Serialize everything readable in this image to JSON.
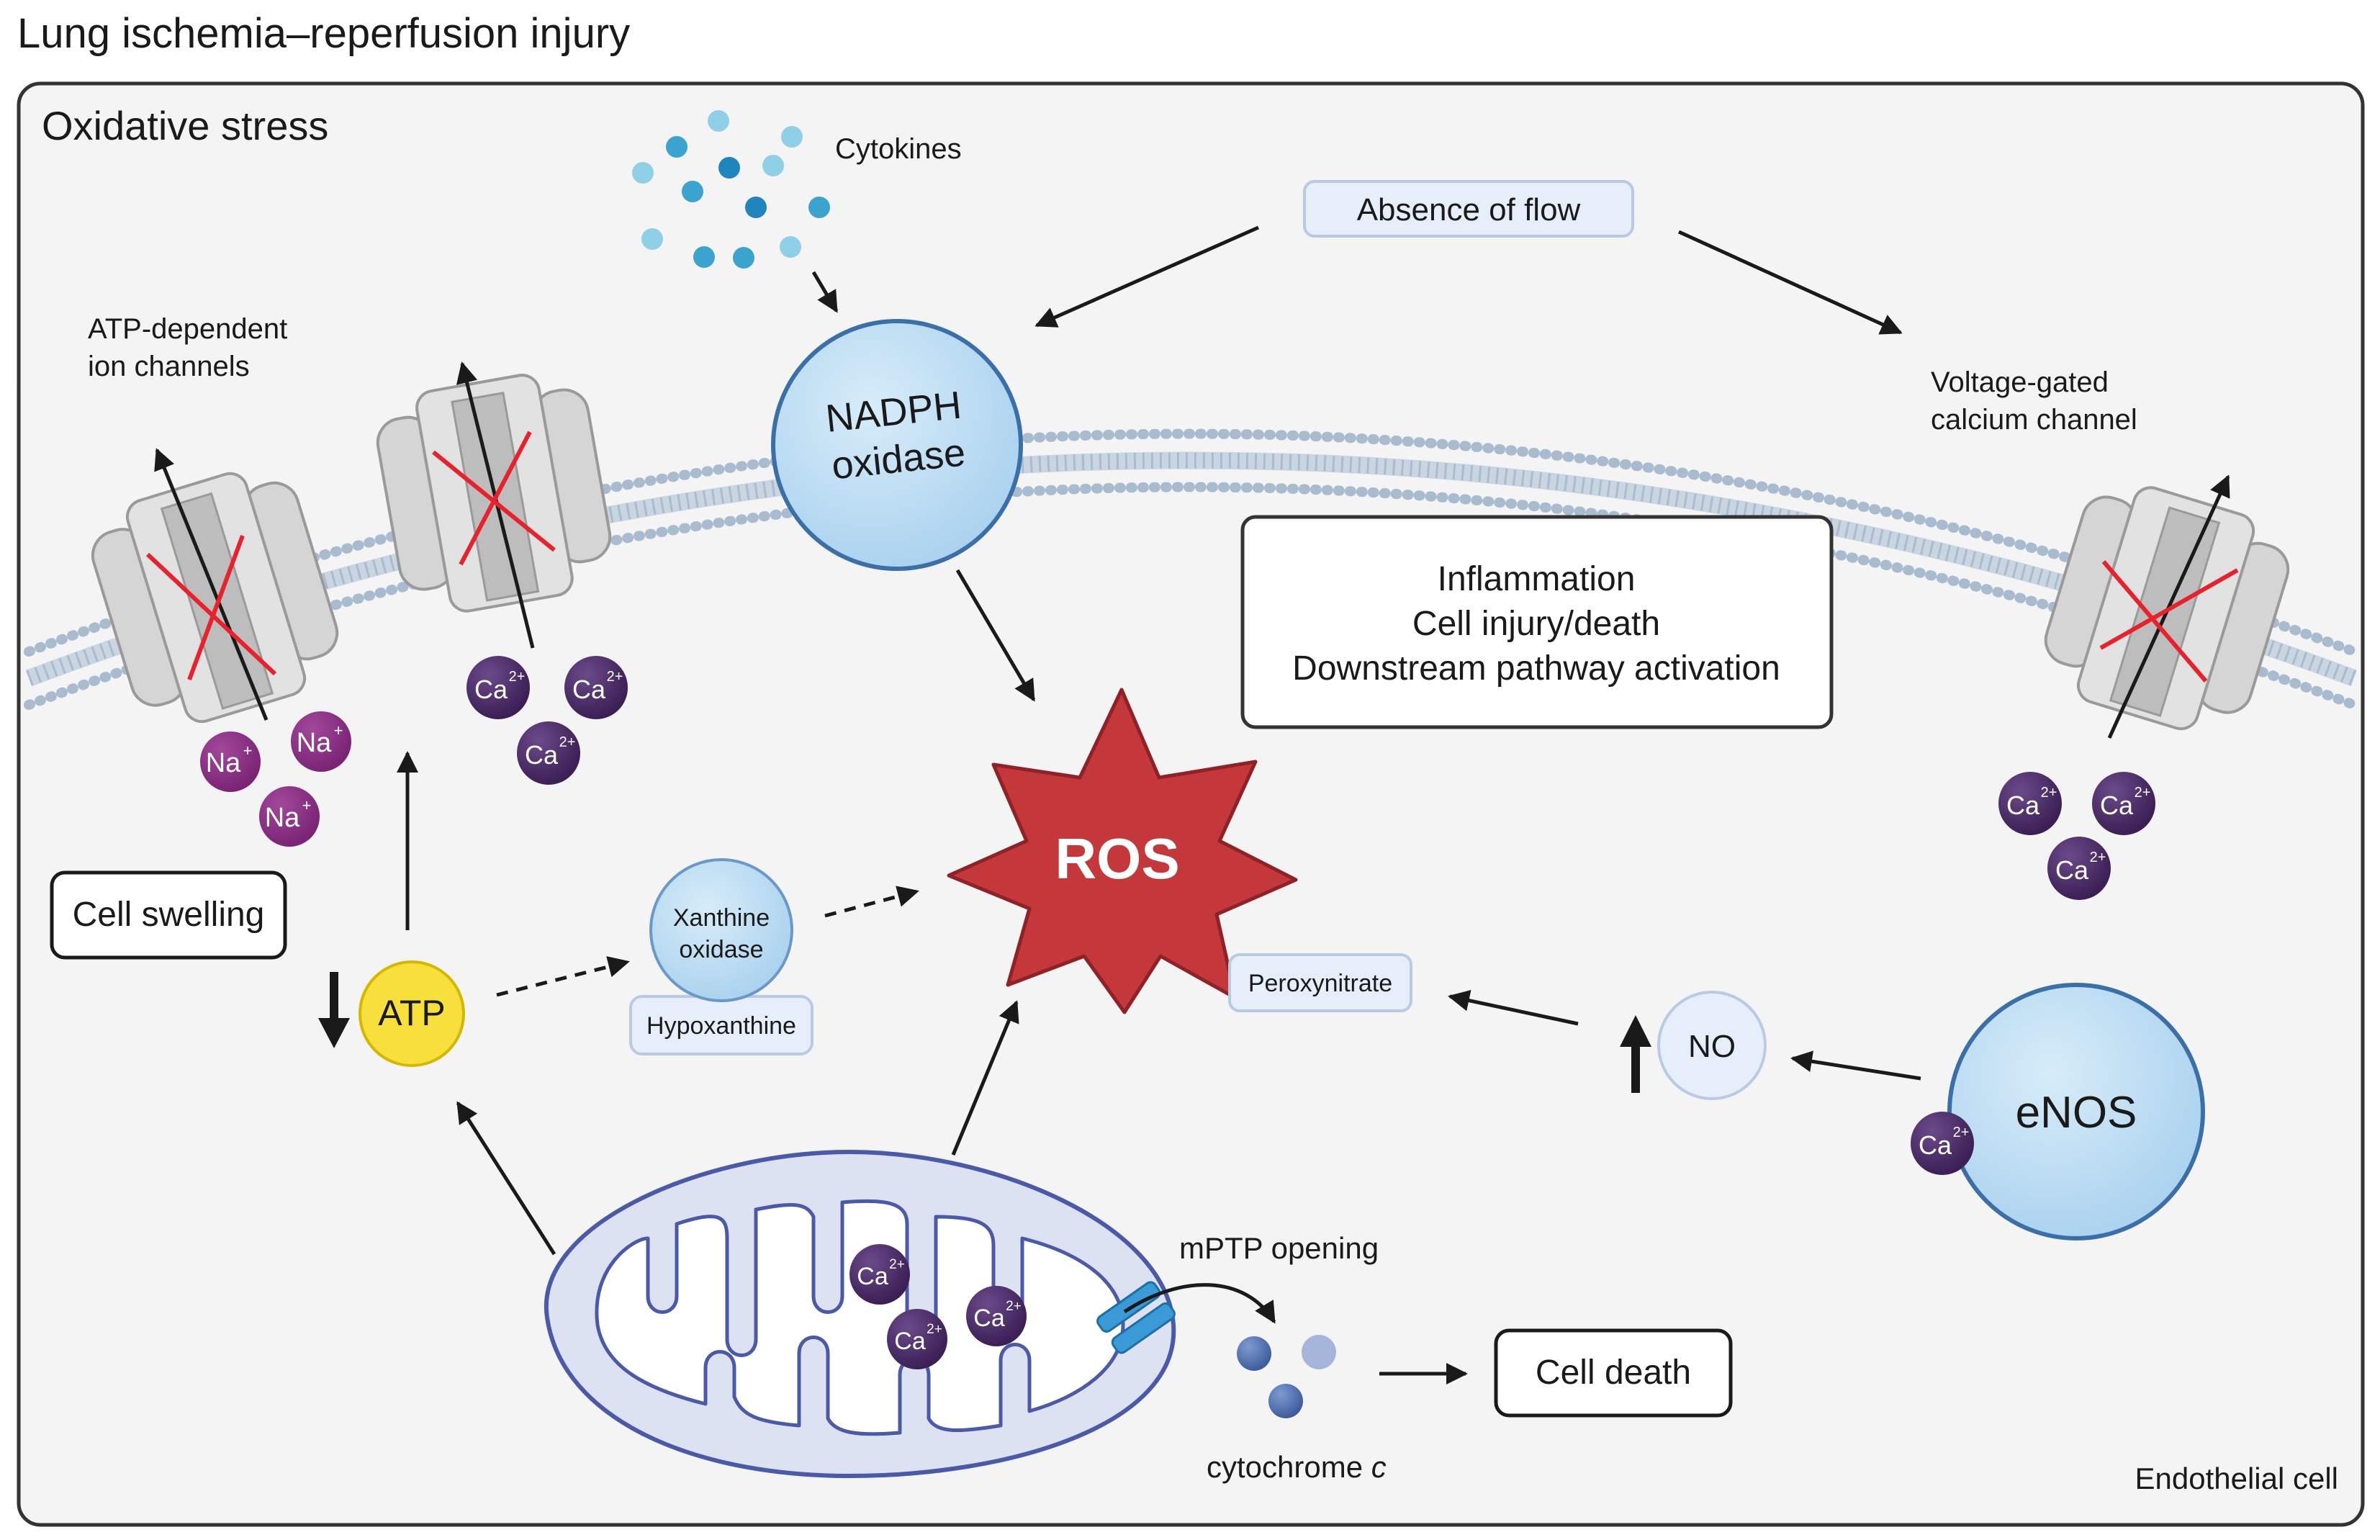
{
  "title": "Lung ischemia–reperfusion injury",
  "panel": {
    "heading": "Oxidative stress",
    "cell_label": "Endothelial cell"
  },
  "labels": {
    "cytokines": "Cytokines",
    "absence_of_flow": "Absence of flow",
    "atp_channels_line1": "ATP-dependent",
    "atp_channels_line2": "ion channels",
    "vg_channel_line1": "Voltage-gated",
    "vg_channel_line2": "calcium channel",
    "nadph_line1": "NADPH",
    "nadph_line2": "oxidase",
    "effects": [
      "Inflammation",
      "Cell injury/death",
      "Downstream pathway activation"
    ],
    "ros": "ROS",
    "cell_swelling": "Cell swelling",
    "atp": "ATP",
    "xanthine_line1": "Xanthine",
    "xanthine_line2": "oxidase",
    "hypoxanthine": "Hypoxanthine",
    "peroxynitrate": "Peroxynitrate",
    "no": "NO",
    "enos": "eNOS",
    "mptp": "mPTP opening",
    "cell_death": "Cell death",
    "cytochrome": "cytochrome ",
    "cytochrome_italic": "c"
  },
  "ions": {
    "na": "Na",
    "na_charge": "+",
    "ca": "Ca",
    "ca_charge": "2+"
  },
  "colors": {
    "membrane": "#a9bccf",
    "panel_fill": "#f4f4f4",
    "blue_node": "#b5d8f0",
    "blue_stroke": "#3a6fa8",
    "ros_fill": "#c4373b",
    "atp_fill": "#f7e03c",
    "na_ion": "#8a2d84",
    "ca_ion": "#4b2966",
    "channel_fill": "#d5d5d5",
    "red_cross": "#e8222c",
    "mito_fill": "#dde2f3"
  }
}
